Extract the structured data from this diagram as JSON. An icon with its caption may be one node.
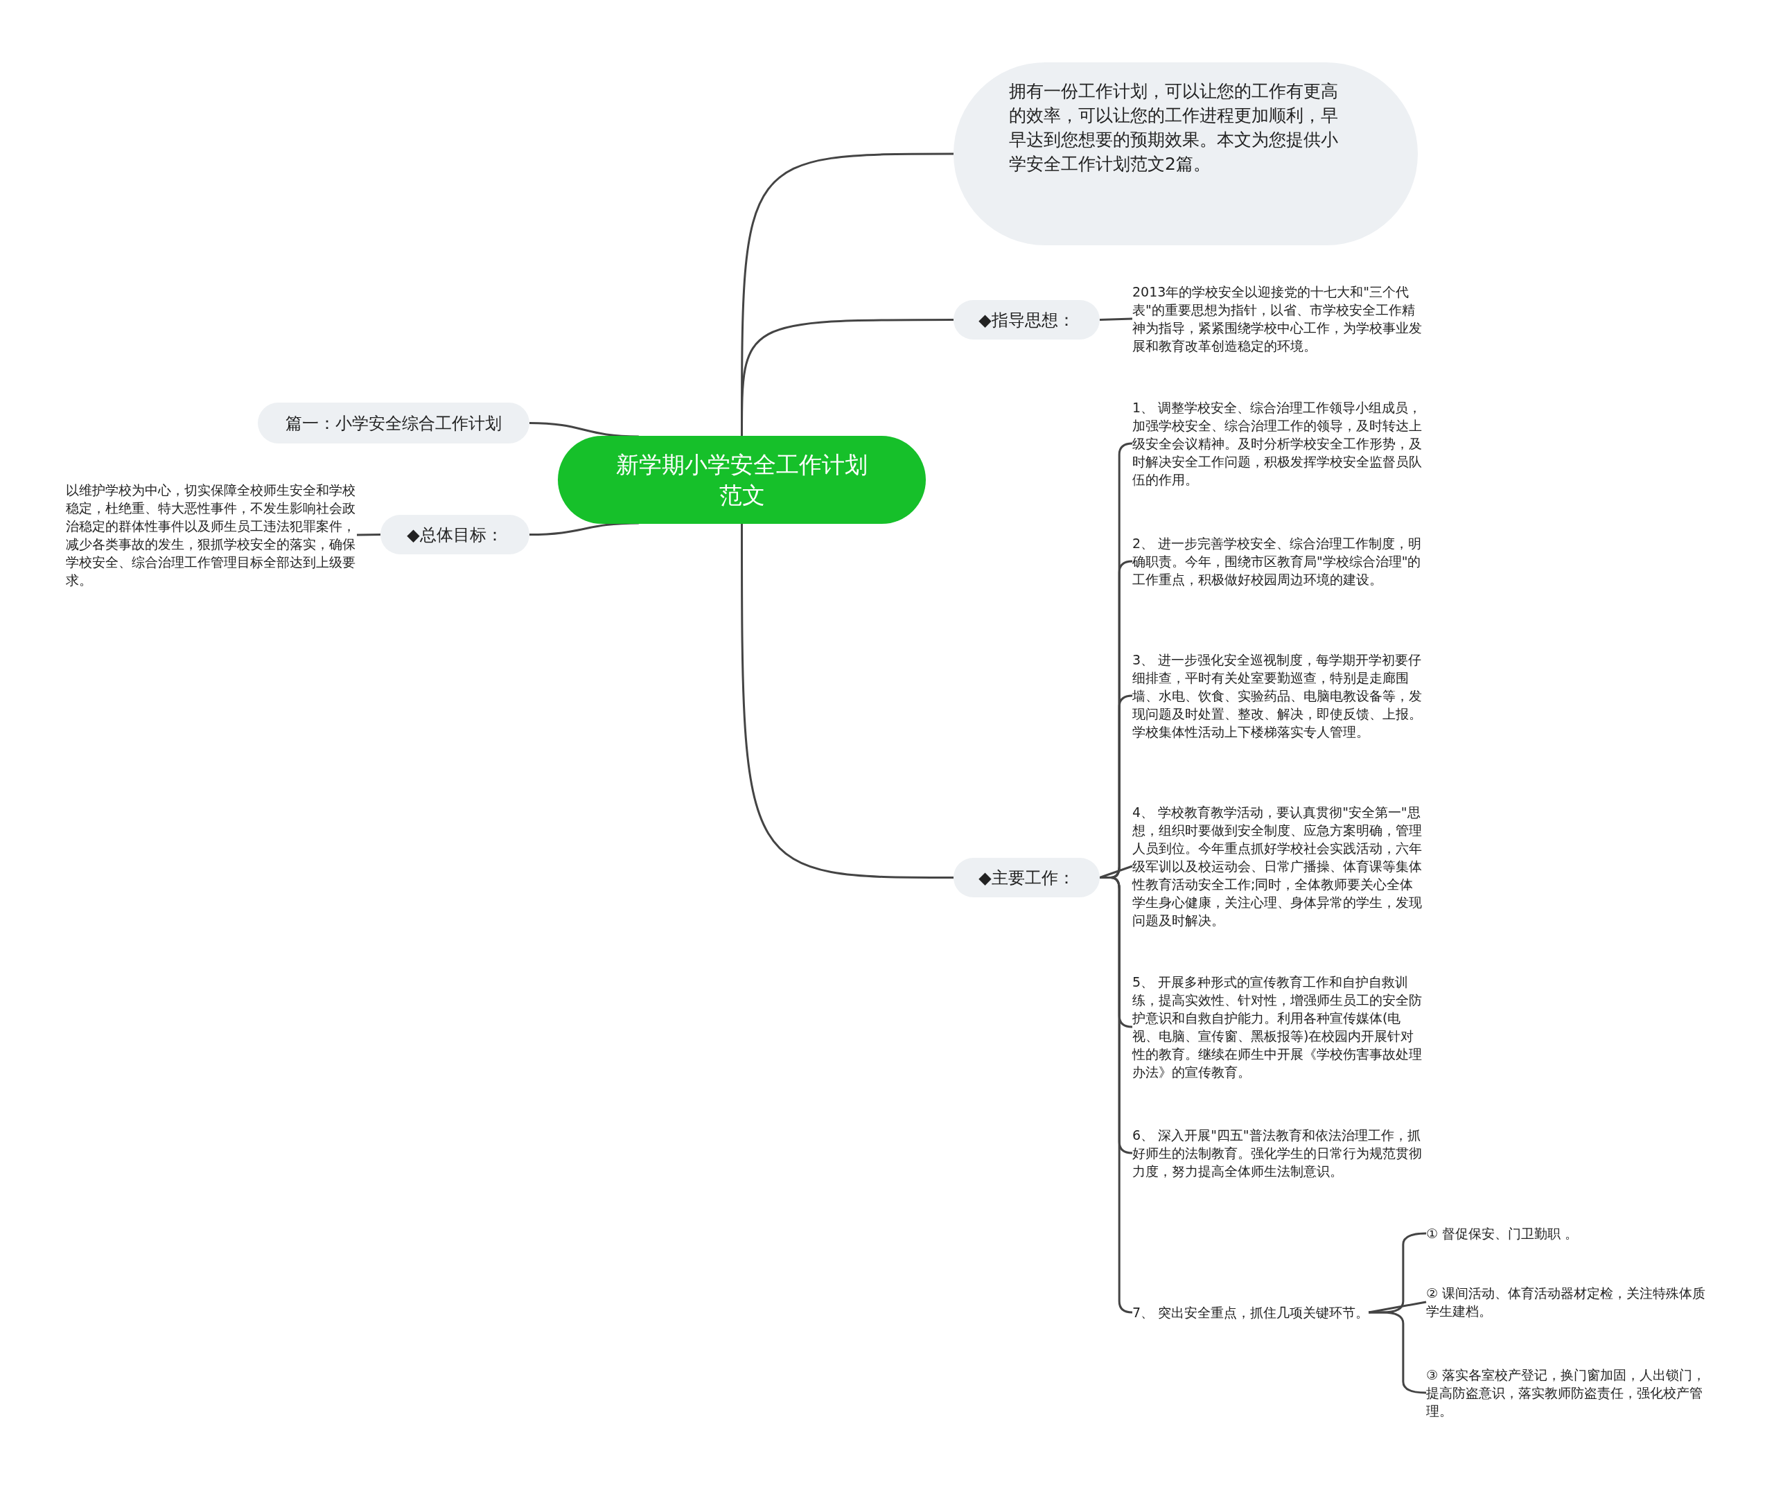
{
  "diagram": {
    "nodes": [
      {
        "text": [
          "新学期小学安全工作计划范文"
        ]
      },
      {
        "text": [
          "拥有一份工作计划，可以让您的工作有更高的效率，可以让您的工作进程更加顺利，早早达到您想要的预期效果。本文为您提供小学安全工作计划范文2篇。"
        ]
      },
      {
        "text": [
          "◆指导思想："
        ]
      },
      {
        "text": [
          "2013年的学校安全以迎接党的十七大和\"三个代表\"的重要思想为指针，以省、市学校安全工作精神为指导，紧紧围绕学校中心工作，为学校事业发展和教育改革创造稳定的环境。"
        ]
      },
      {
        "text": [
          "◆主要工作："
        ]
      },
      {
        "text": [
          "1、 调整学校安全、综合治理工作领导小组成员，加强学校安全、综合治理工作的领导，及时转达上级安全会议精神。及时分析学校安全工作形势，及时解决安全工作问题，积极发挥学校安全监督员队伍的作用。"
        ]
      },
      {
        "text": [
          "2、 进一步完善学校安全、综合治理工作制度，明确职责。今年，围绕市区教育局\"学校综合治理\"的工作重点，积极做好校园周边环境的建设。"
        ]
      },
      {
        "text": [
          "3、 进一步强化安全巡视制度，每学期开学初要仔细排查，平时有关处室要勤巡查，特别是走廊围墙、水电、饮食、实验药品、电脑电教设备等，发现问题及时处置、整改、解决，即使反馈、上报。学校集体性活动上下楼梯落实专人管理。"
        ]
      },
      {
        "text": [
          "4、 学校教育教学活动，要认真贯彻\"安全第一\"思想，组织时要做到安全制度、应急方案明确，管理人员到位。今年重点抓好学校社会实践活动，六年级军训以及校运动会、日常广播操、体育课等集体性教育活动安全工作;同时，全体教师要关心全体学生身心健康，关注心理、身体异常的学生，发现问题及时解决。"
        ]
      },
      {
        "text": [
          "5、 开展多种形式的宣传教育工作和自护自救训练，提高实效性、针对性，增强师生员工的安全防护意识和自救自护能力。利用各种宣传媒体(电视、电脑、宣传窗、黑板报等)在校园内开展针对性的教育。继续在师生中开展《学校伤害事故处理办法》的宣传教育。"
        ]
      },
      {
        "text": [
          "6、 深入开展\"四五\"普法教育和依法治理工作，抓好师生的法制教育。强化学生的日常行为规范贯彻力度，努力提高全体师生法制意识。"
        ]
      },
      {
        "text": [
          "7、 突出安全重点，抓住几项关键环节。"
        ]
      },
      {
        "text": [
          "① 督促保安、门卫勤职 。"
        ]
      },
      {
        "text": [
          "② 课间活动、体育活动器材定检，关注特殊体质学生建档。"
        ]
      },
      {
        "text": [
          "③ 落实各室校产登记，换门窗加固，人出锁门，提高防盗意识，落实教师防盗责任，强化校产管理。"
        ]
      },
      {
        "text": [
          "篇一：小学安全综合工作计划"
        ]
      },
      {
        "text": [
          "◆总体目标："
        ]
      },
      {
        "text": [
          "以维护学校为中心，切实保障全校师生安全和学校稳定，杜绝重、特大恶性事件，不发生影响社会政治稳定的群体性事件以及师生员工违法犯罪案件，减少各类事故的发生，狠抓学校安全的落实，确保学校安全、综合治理工作管理目标全部达到上级要求。"
        ]
      }
    ],
    "edges": [
      {
        "from": 0,
        "to": 1,
        "arrow": "none"
      },
      {
        "from": 0,
        "to": 2,
        "arrow": "none"
      },
      {
        "from": 2,
        "to": 3,
        "arrow": "none"
      },
      {
        "from": 0,
        "to": 4,
        "arrow": "none"
      },
      {
        "from": 4,
        "to": 5,
        "arrow": "none"
      },
      {
        "from": 4,
        "to": 6,
        "arrow": "none"
      },
      {
        "from": 4,
        "to": 7,
        "arrow": "none"
      },
      {
        "from": 4,
        "to": 8,
        "arrow": "none"
      },
      {
        "from": 4,
        "to": 9,
        "arrow": "none"
      },
      {
        "from": 4,
        "to": 10,
        "arrow": "none"
      },
      {
        "from": 4,
        "to": 11,
        "arrow": "none"
      },
      {
        "from": 11,
        "to": 12,
        "arrow": "none"
      },
      {
        "from": 11,
        "to": 13,
        "arrow": "none"
      },
      {
        "from": 11,
        "to": 14,
        "arrow": "none"
      },
      {
        "from": 0,
        "to": 15,
        "arrow": "none"
      },
      {
        "from": 0,
        "to": 16,
        "arrow": "none"
      },
      {
        "from": 16,
        "to": 17,
        "arrow": "none"
      }
    ]
  }
}
